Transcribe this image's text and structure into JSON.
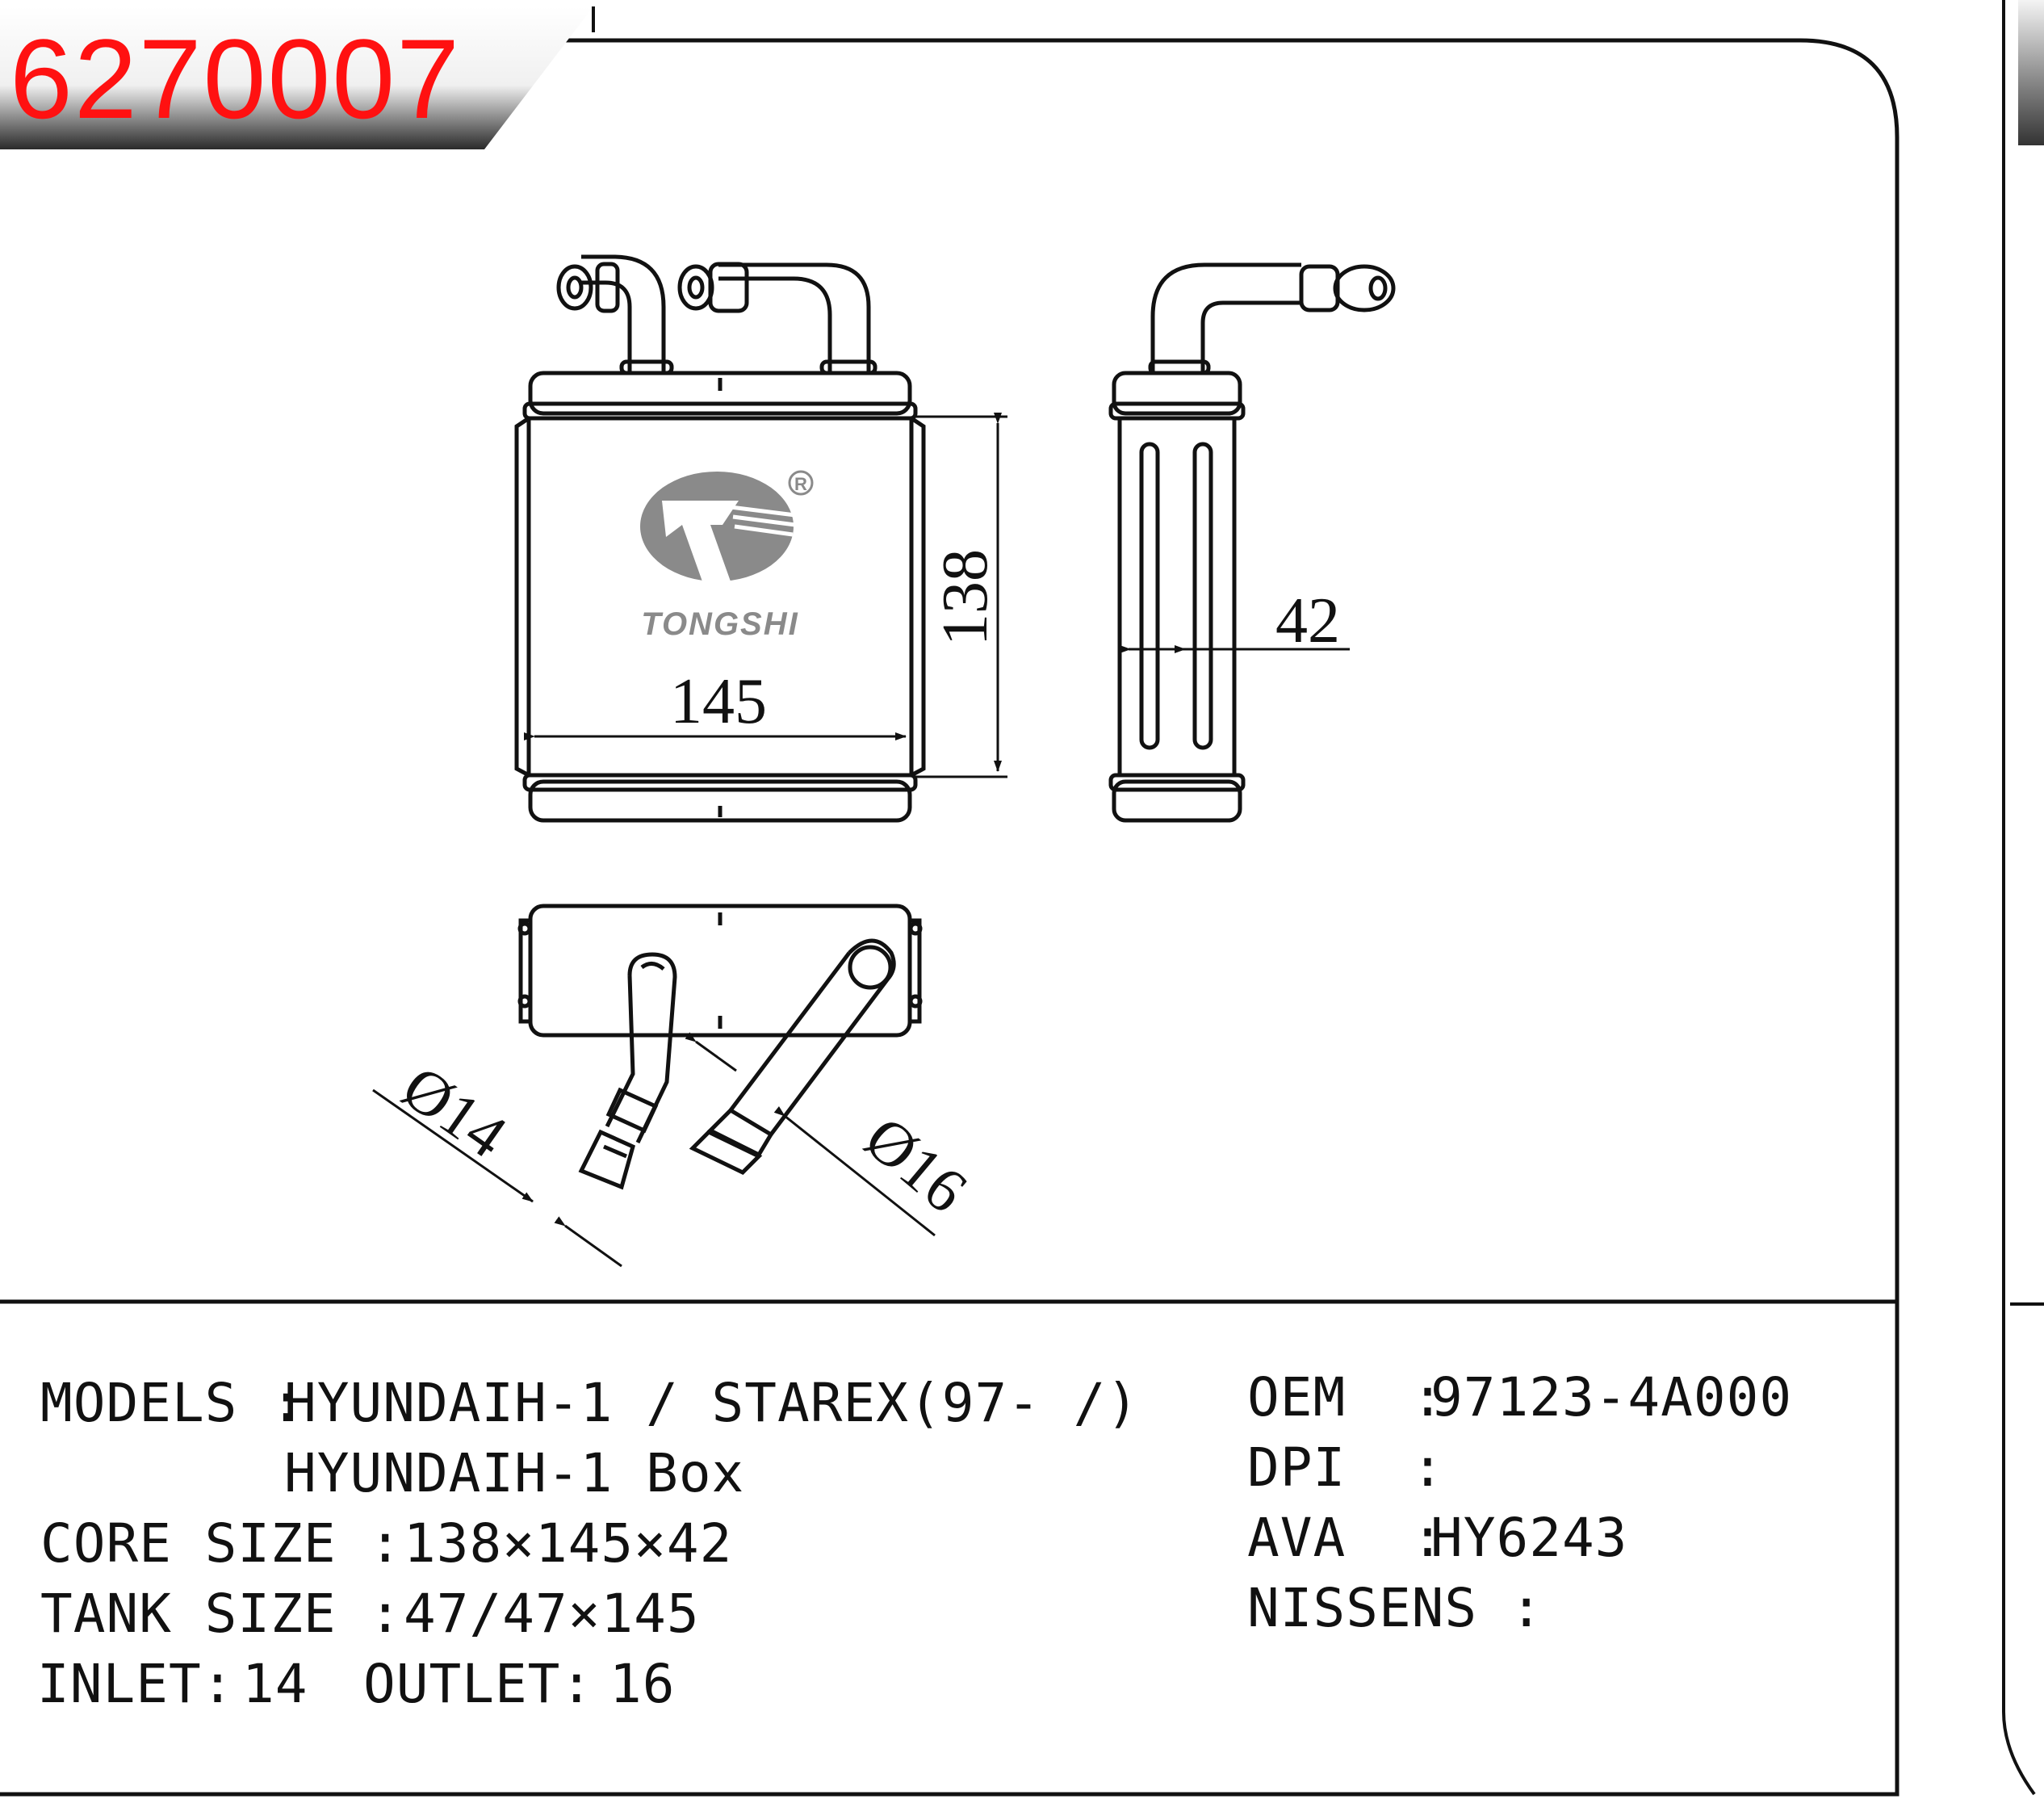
{
  "part_number": "6270007",
  "brand": "TONGSHI",
  "registered_mark": "R",
  "dimensions": {
    "height": "138",
    "width": "145",
    "depth": "42",
    "inlet_diameter": "Ø14",
    "outlet_diameter": "Ø16"
  },
  "specs": {
    "models_label": "MODELS :",
    "models_line1": "HYUNDAIH-1 / STAREX(97- /)",
    "models_line2": "HYUNDAIH-1 Box",
    "core_size_label": "CORE SIZE :",
    "core_size_value": "138×145×42",
    "tank_size_label": "TANK SIZE :",
    "tank_size_value": "47/47×145",
    "inlet_label": "INLET:",
    "inlet_value": "14",
    "outlet_label": "OUTLET:",
    "outlet_value": "16"
  },
  "references": {
    "oem_label": "OEM  :",
    "oem_value": "97123-4A000",
    "dpi_label": "DPI  :",
    "dpi_value": "",
    "ava_label": "AVA  :",
    "ava_value": "HY6243",
    "nissens_label": "NISSENS :",
    "nissens_value": ""
  },
  "colors": {
    "part_number": "#ff1111",
    "logo": "#8a8a8a",
    "line": "#111111"
  }
}
